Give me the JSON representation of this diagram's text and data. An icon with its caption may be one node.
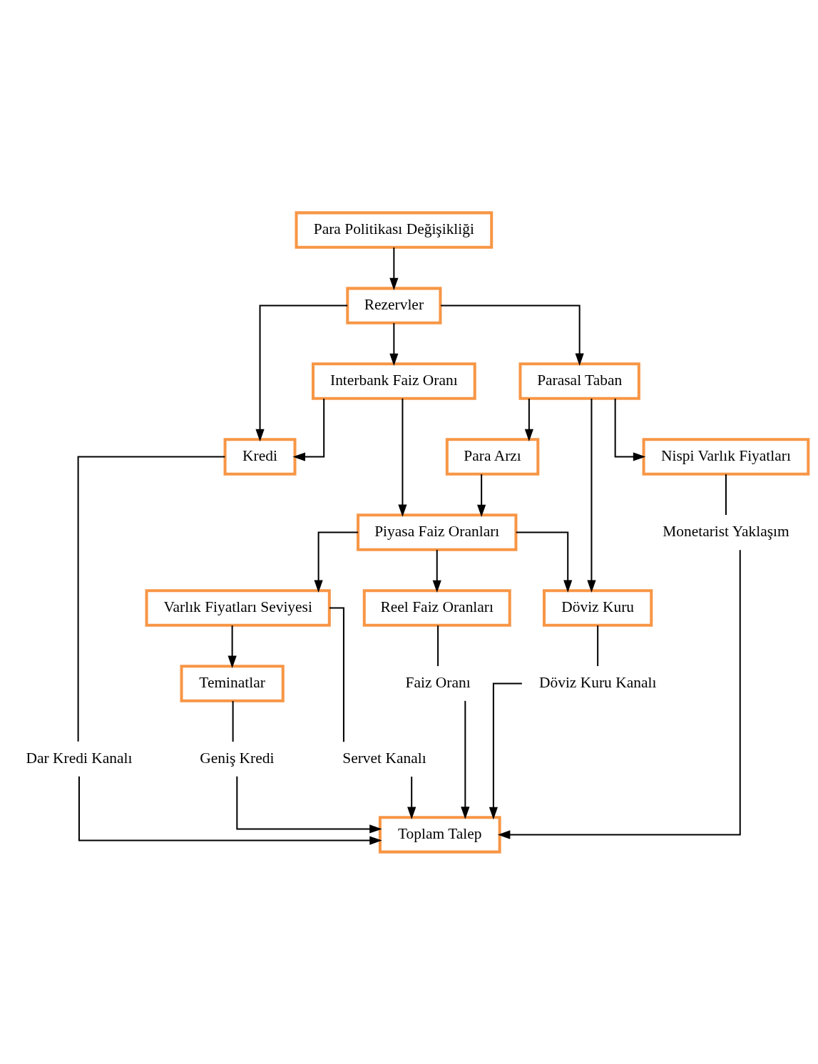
{
  "diagram": {
    "nodes": [
      {
        "text": [
          "Para Politikası Değişikliği"
        ]
      },
      {
        "text": [
          "Rezervler"
        ]
      },
      {
        "text": [
          "Interbank Faiz Oranı"
        ]
      },
      {
        "text": [
          "Parasal Taban"
        ]
      },
      {
        "text": [
          "Kredi"
        ]
      },
      {
        "text": [
          "Para Arzı"
        ]
      },
      {
        "text": [
          "Piyasa Faiz Oranları"
        ]
      },
      {
        "text": [
          "Varlık Fiyatları Seviyesi"
        ]
      },
      {
        "text": [
          "Reel Faiz Oranları"
        ]
      },
      {
        "text": [
          "Döviz Kuru"
        ]
      },
      {
        "text": [
          "Teminatlar"
        ]
      },
      {
        "text": [
          "Nispi Varlık Fiyatları"
        ]
      },
      {
        "text": [
          "Servet Kanalı"
        ]
      },
      {
        "text": [
          "Faiz Oranı"
        ]
      },
      {
        "text": [
          "Dar Kredi Kanalı"
        ]
      },
      {
        "text": [
          "Geniş Kredi"
        ]
      },
      {
        "text": [
          "Döviz Kuru Kanalı"
        ]
      },
      {
        "text": [
          "Monetarist Yaklaşım"
        ]
      },
      {
        "text": [
          "Toplam Talep"
        ]
      }
    ],
    "edges": [
      {
        "from": 0,
        "to": 1,
        "arrow": "to"
      },
      {
        "from": 1,
        "to": 4,
        "arrow": "to"
      },
      {
        "from": 1,
        "to": 2,
        "arrow": "to"
      },
      {
        "from": 1,
        "to": 3,
        "arrow": "to"
      },
      {
        "from": 2,
        "to": 4,
        "arrow": "to"
      },
      {
        "from": 2,
        "to": 6,
        "arrow": "to"
      },
      {
        "from": 3,
        "to": 5,
        "arrow": "to"
      },
      {
        "from": 3,
        "to": 11,
        "arrow": "to"
      },
      {
        "from": 3,
        "to": 9,
        "arrow": "to"
      },
      {
        "from": 5,
        "to": 6,
        "arrow": "to"
      },
      {
        "from": 6,
        "to": 7,
        "arrow": "to"
      },
      {
        "from": 6,
        "to": 8,
        "arrow": "to"
      },
      {
        "from": 6,
        "to": 9,
        "arrow": "to"
      },
      {
        "from": 7,
        "to": 10,
        "arrow": "to"
      },
      {
        "from": 7,
        "to": 12,
        "arrow": "none"
      },
      {
        "from": 8,
        "to": 13,
        "arrow": "none"
      },
      {
        "from": 9,
        "to": 16,
        "arrow": "none"
      },
      {
        "from": 11,
        "to": 17,
        "arrow": "none"
      },
      {
        "from": 4,
        "to": 14,
        "arrow": "none"
      },
      {
        "from": 10,
        "to": 15,
        "arrow": "none"
      },
      {
        "from": 12,
        "to": 18,
        "arrow": "to"
      },
      {
        "from": 13,
        "to": 18,
        "arrow": "to"
      },
      {
        "from": 14,
        "to": 18,
        "arrow": "to"
      },
      {
        "from": 15,
        "to": 18,
        "arrow": "to"
      },
      {
        "from": 16,
        "to": 18,
        "arrow": "to"
      },
      {
        "from": 17,
        "to": 18,
        "arrow": "to"
      }
    ]
  }
}
